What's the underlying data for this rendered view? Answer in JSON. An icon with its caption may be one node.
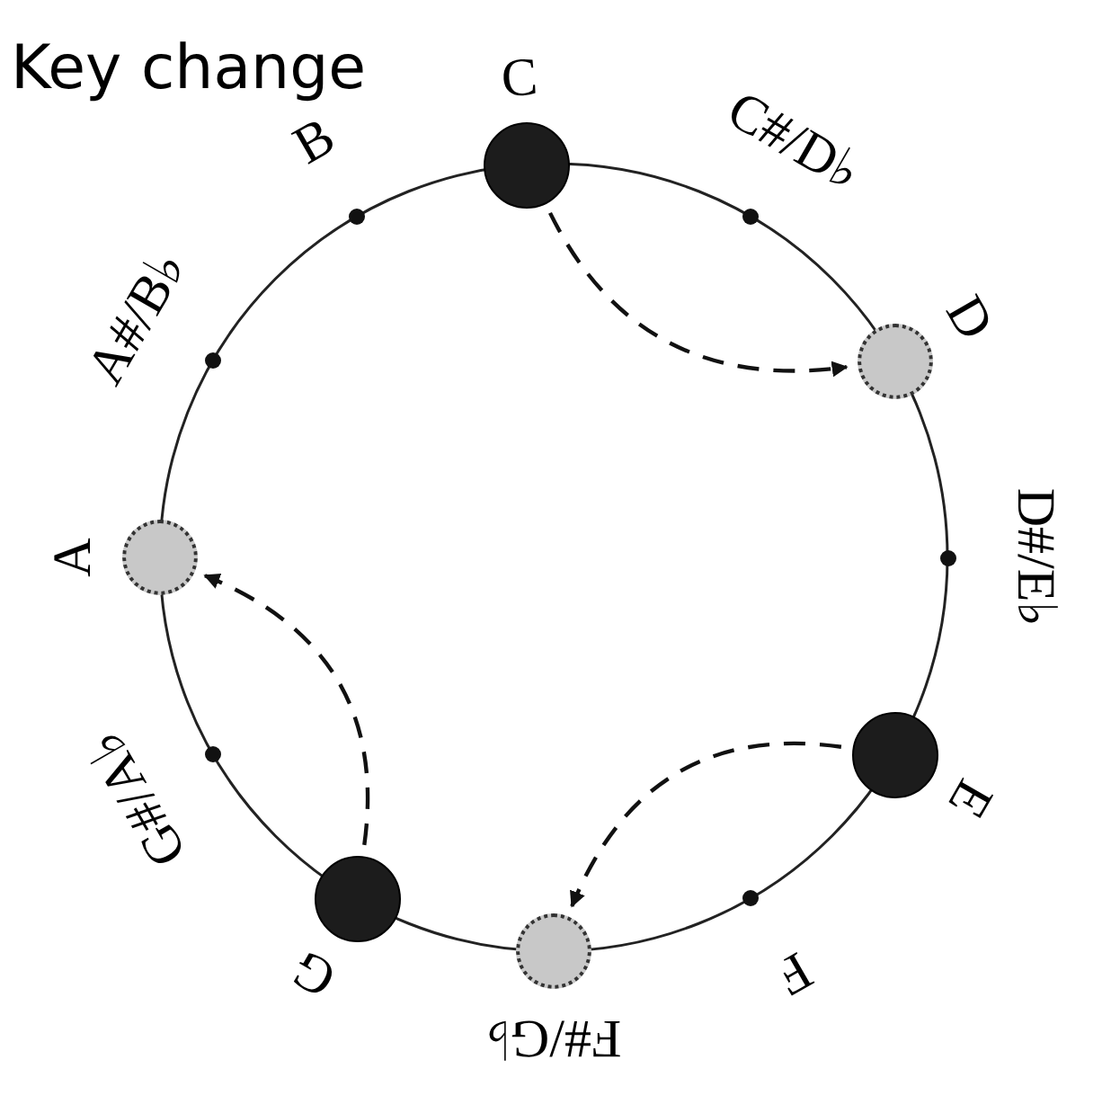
{
  "diagram": {
    "title": "Key change",
    "nodes": [
      {
        "text": [],
        "shape": "circle",
        "beside": [
          "C"
        ]
      },
      {
        "text": [],
        "shape": "circle",
        "beside": [
          "C#/D♭"
        ]
      },
      {
        "text": [],
        "shape": "circle",
        "beside": [
          "D"
        ]
      },
      {
        "text": [],
        "shape": "circle",
        "beside": [
          "D#/E♭"
        ]
      },
      {
        "text": [],
        "shape": "circle",
        "beside": [
          "E"
        ]
      },
      {
        "text": [],
        "shape": "circle",
        "beside": [
          "F"
        ]
      },
      {
        "text": [],
        "shape": "circle",
        "beside": [
          "F#/G♭"
        ]
      },
      {
        "text": [],
        "shape": "circle",
        "beside": [
          "G"
        ]
      },
      {
        "text": [],
        "shape": "circle",
        "beside": [
          "G#/A♭"
        ]
      },
      {
        "text": [],
        "shape": "circle",
        "beside": [
          "A"
        ]
      },
      {
        "text": [],
        "shape": "circle",
        "beside": [
          "A#/B♭"
        ]
      },
      {
        "text": [],
        "shape": "circle",
        "beside": [
          "B"
        ]
      }
    ],
    "edges": [
      {
        "from": 0,
        "to": 2,
        "arrow": "to",
        "style": "dashed"
      },
      {
        "from": 4,
        "to": 6,
        "arrow": "to",
        "style": "dashed"
      },
      {
        "from": 7,
        "to": 9,
        "arrow": "to",
        "style": "dashed"
      }
    ]
  }
}
